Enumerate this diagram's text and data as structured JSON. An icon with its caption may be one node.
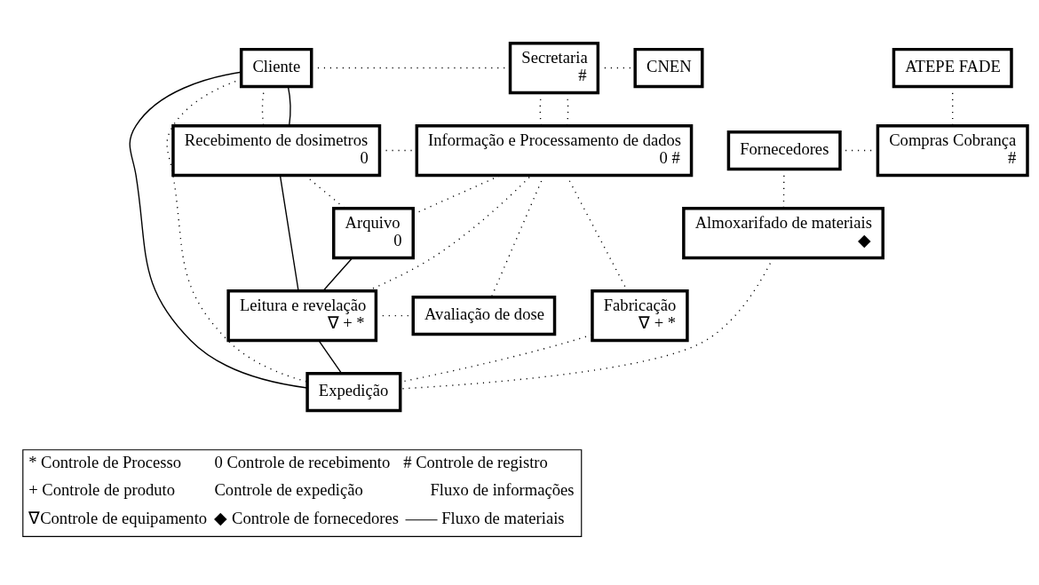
{
  "diagram": {
    "nodes": [
      {
        "text": [
          "Cliente"
        ]
      },
      {
        "text": [
          "Secretaria",
          "#"
        ]
      },
      {
        "text": [
          "CNEN"
        ]
      },
      {
        "text": [
          "ATEPE FADE"
        ]
      },
      {
        "text": [
          "Recebimento de dosimetros",
          "0"
        ]
      },
      {
        "text": [
          "Informação e Processamento de dados",
          "0 #"
        ]
      },
      {
        "text": [
          "Compras Cobrança",
          "#"
        ]
      },
      {
        "text": [
          "Fornecedores"
        ]
      },
      {
        "text": [
          "Arquivo",
          "0"
        ]
      },
      {
        "text": [
          "Almoxarifado de materiais",
          "◆"
        ]
      },
      {
        "text": [
          "Avaliação de dose"
        ]
      },
      {
        "text": [
          "Fabricação",
          "∇ + *"
        ]
      },
      {
        "text": [
          "Leitura e revelação",
          "∇ + *"
        ]
      },
      {
        "text": [
          "Expedição"
        ]
      }
    ],
    "edges": [
      {
        "from": 0,
        "to": 1,
        "arrow": "none",
        "style": "dashed"
      },
      {
        "from": 1,
        "to": 2,
        "arrow": "none",
        "style": "dashed"
      },
      {
        "from": 1,
        "to": 5,
        "arrow": "none",
        "style": "dashed"
      },
      {
        "from": 1,
        "to": 5,
        "arrow": "none",
        "style": "dashed"
      },
      {
        "from": 3,
        "to": 6,
        "arrow": "none",
        "style": "dashed"
      },
      {
        "from": 0,
        "to": 4,
        "arrow": "none",
        "style": "dashed"
      },
      {
        "from": 0,
        "to": 4,
        "arrow": "none"
      },
      {
        "from": 4,
        "to": 5,
        "arrow": "none",
        "style": "dashed"
      },
      {
        "from": 6,
        "to": 7,
        "arrow": "none",
        "style": "dashed"
      },
      {
        "from": 7,
        "to": 9,
        "arrow": "none",
        "style": "dashed"
      },
      {
        "from": 4,
        "to": 8,
        "arrow": "none",
        "style": "dashed"
      },
      {
        "from": 8,
        "to": 5,
        "arrow": "none",
        "style": "dashed"
      },
      {
        "from": 5,
        "to": 10,
        "arrow": "none",
        "style": "dashed"
      },
      {
        "from": 5,
        "to": 11,
        "arrow": "none",
        "style": "dashed"
      },
      {
        "from": 4,
        "to": 12,
        "arrow": "none"
      },
      {
        "from": 8,
        "to": 12,
        "arrow": "none"
      },
      {
        "from": 12,
        "to": 5,
        "arrow": "none",
        "style": "dashed"
      },
      {
        "from": 12,
        "to": 10,
        "arrow": "none",
        "style": "dashed"
      },
      {
        "from": 11,
        "to": 13,
        "arrow": "none",
        "style": "dashed"
      },
      {
        "from": 9,
        "to": 13,
        "arrow": "none",
        "style": "dashed"
      },
      {
        "from": 12,
        "to": 13,
        "arrow": "none"
      },
      {
        "from": 0,
        "to": 13,
        "arrow": "none"
      },
      {
        "from": 0,
        "to": 13,
        "arrow": "none",
        "style": "dashed"
      }
    ],
    "labels": [
      "* Controle de Processo",
      "0 Controle de recebimento",
      "# Controle de registro",
      "+ Controle de produto",
      "Controle de expedição",
      "∇Controle de equipamento",
      "◆ Controle de fornecedores"
    ],
    "legend": [
      {
        "text": "Fluxo de informações"
      },
      {
        "text": "Fluxo de materiais"
      }
    ]
  }
}
